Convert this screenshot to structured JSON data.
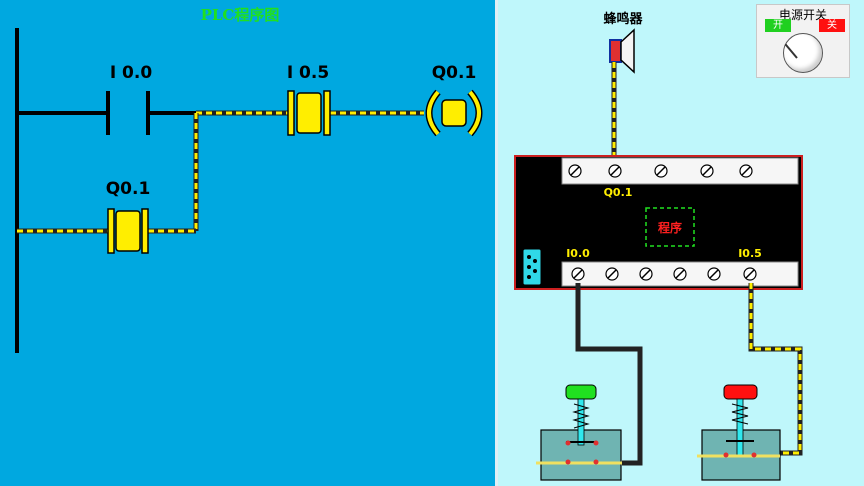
{
  "ladder": {
    "title": "PLC程序图",
    "contacts": {
      "i00": "I 0.0",
      "i05": "I 0.5",
      "q01_latch": "Q0.1"
    },
    "coil": "Q0.1"
  },
  "hardware": {
    "buzzer_label": "蜂鸣器",
    "power_switch": {
      "title": "电源开关",
      "on": "开",
      "off": "关"
    },
    "plc": {
      "output_label": "Q0.1",
      "program_label": "程序",
      "input_label_1": "I0.0",
      "input_label_2": "I0.5"
    },
    "buttons": {
      "start_color": "#20e020",
      "stop_color": "#ff1010"
    }
  },
  "colors": {
    "left_bg": "#00a8e0",
    "right_bg": "#bff7fb",
    "active_yellow": "#ffee00",
    "plc_body": "#000000",
    "plc_border": "#cc2020"
  }
}
